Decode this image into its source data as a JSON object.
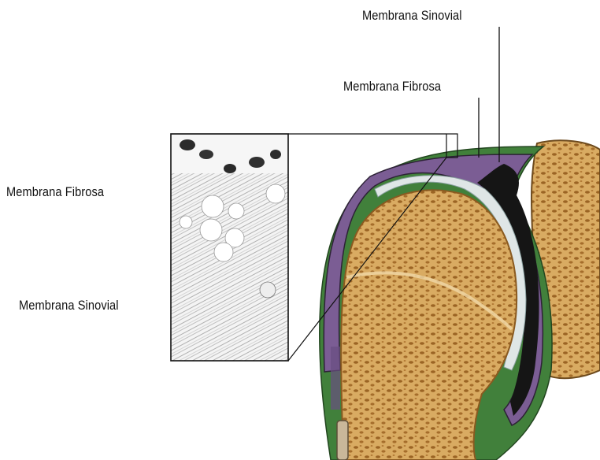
{
  "labels": {
    "top_sinovial": "Membrana Sinovial",
    "top_fibrosa": "Membrana Fibrosa",
    "left_fibrosa": "Membrana Fibrosa",
    "left_sinovial": "Membrana Sinovial"
  },
  "colors": {
    "bone": "#d7a860",
    "bone_dark": "#a8742f",
    "fibrous_membrane": "#3f7d3a",
    "synovial_membrane": "#8a6aa0",
    "joint_cavity": "#111111",
    "cartilage": "#dfe6e6",
    "inset_background": "#f2f2f2"
  }
}
